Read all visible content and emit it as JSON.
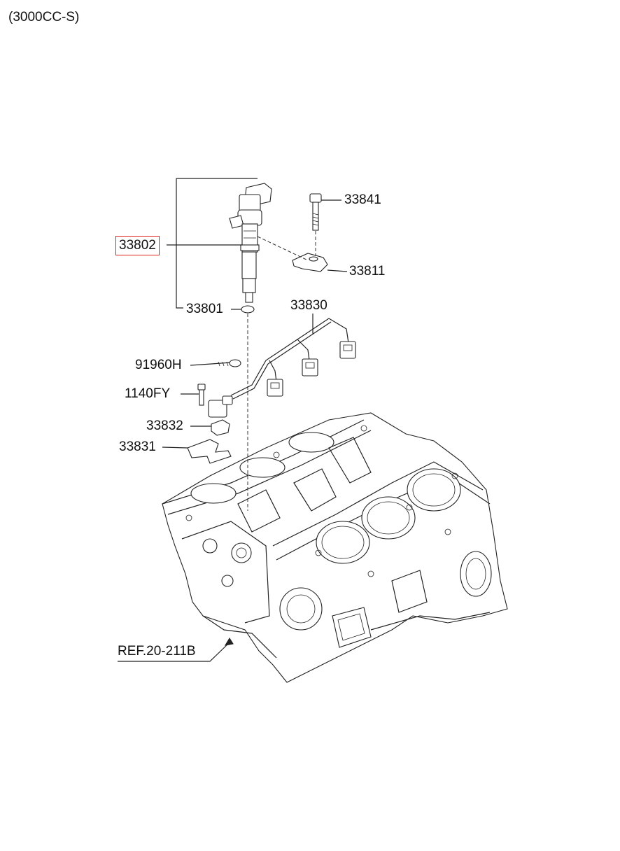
{
  "header": {
    "variant": "(3000CC-S)"
  },
  "parts": [
    {
      "id": "33802",
      "label": "33802",
      "highlighted": true
    },
    {
      "id": "33841",
      "label": "33841"
    },
    {
      "id": "33811",
      "label": "33811"
    },
    {
      "id": "33801",
      "label": "33801"
    },
    {
      "id": "33830",
      "label": "33830"
    },
    {
      "id": "91960H",
      "label": "91960H"
    },
    {
      "id": "1140FY",
      "label": "1140FY"
    },
    {
      "id": "33832",
      "label": "33832"
    },
    {
      "id": "33831",
      "label": "33831"
    }
  ],
  "reference": {
    "label": "REF.20-211B"
  },
  "colors": {
    "highlight": "#e0201b",
    "line": "#222222",
    "background": "#ffffff"
  }
}
